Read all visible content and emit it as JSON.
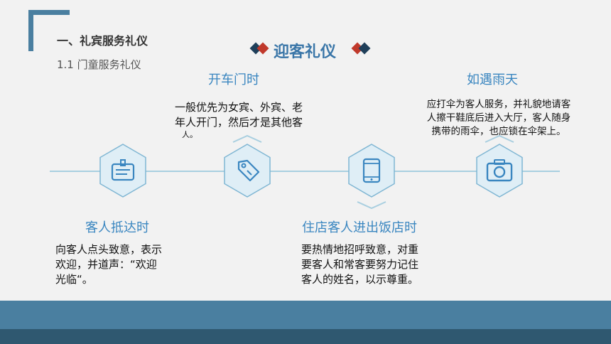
{
  "header": {
    "section_title": "一、礼宾服务礼仪",
    "subsection_title": "1.1 门童服务礼仪",
    "main_title": "迎客礼仪"
  },
  "colors": {
    "accent_blue": "#3a76a8",
    "heading_blue": "#3a86c0",
    "diamond_navy": "#1f3f5a",
    "diamond_red": "#c0392b",
    "band": "#4a7fa0"
  },
  "steps": [
    {
      "icon": "id-card-icon",
      "heading": "客人抵达时",
      "lines": [
        "向客人点头致意，表示",
        "欢迎，并道声：“欢迎",
        "光临“。"
      ]
    },
    {
      "icon": "tag-icon",
      "heading": "开车门时",
      "lines": [
        "一般优先为女宾、外宾、老",
        "年人开门，然后才是其他客",
        "人。"
      ]
    },
    {
      "icon": "tablet-icon",
      "heading": "住店客人进出饭店时",
      "lines": [
        "要热情地招呼致意，对重",
        "要客人和常客要努力记住",
        "客人的姓名，以示尊重。"
      ]
    },
    {
      "icon": "camera-icon",
      "heading": "如遇雨天",
      "lines": [
        "应打伞为客人服务，并礼貌地请客",
        "人擦干鞋底后进入大厅，客人随身",
        "携带的雨伞，也应锁在伞架上。"
      ]
    }
  ]
}
